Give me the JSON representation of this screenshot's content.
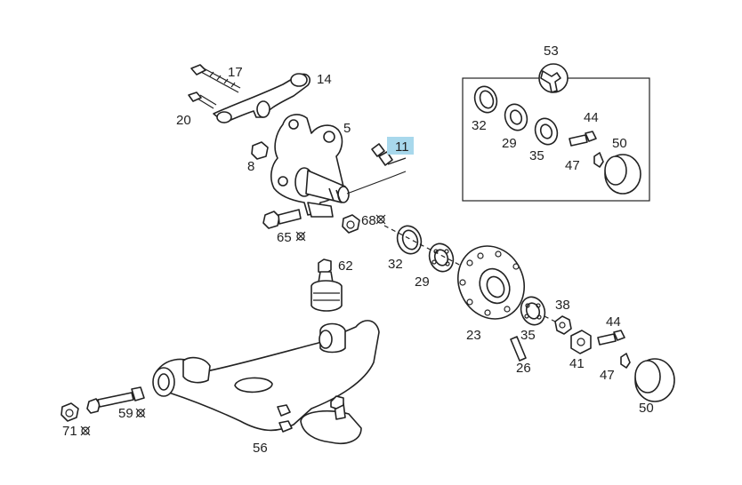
{
  "labels": {
    "l17": "17",
    "l14": "14",
    "l20": "20",
    "l5": "5",
    "l11": "11",
    "l8": "8",
    "l65": "65",
    "l68": "68",
    "l62": "62",
    "l32a": "32",
    "l29a": "29",
    "l53": "53",
    "l32b": "32",
    "l29b": "29",
    "l35a": "35",
    "l44a": "44",
    "l50a": "50",
    "l47a": "47",
    "l23": "23",
    "l35b": "35",
    "l38": "38",
    "l44b": "44",
    "l41": "41",
    "l26": "26",
    "l47b": "47",
    "l50b": "50",
    "l59": "59",
    "l71": "71",
    "l56": "56"
  },
  "colors": {
    "highlight": "#a8d8ec",
    "line": "#222222"
  },
  "icons": {
    "rework_symbol": "circle-x-mark",
    "tool_symbol": "wrench"
  }
}
